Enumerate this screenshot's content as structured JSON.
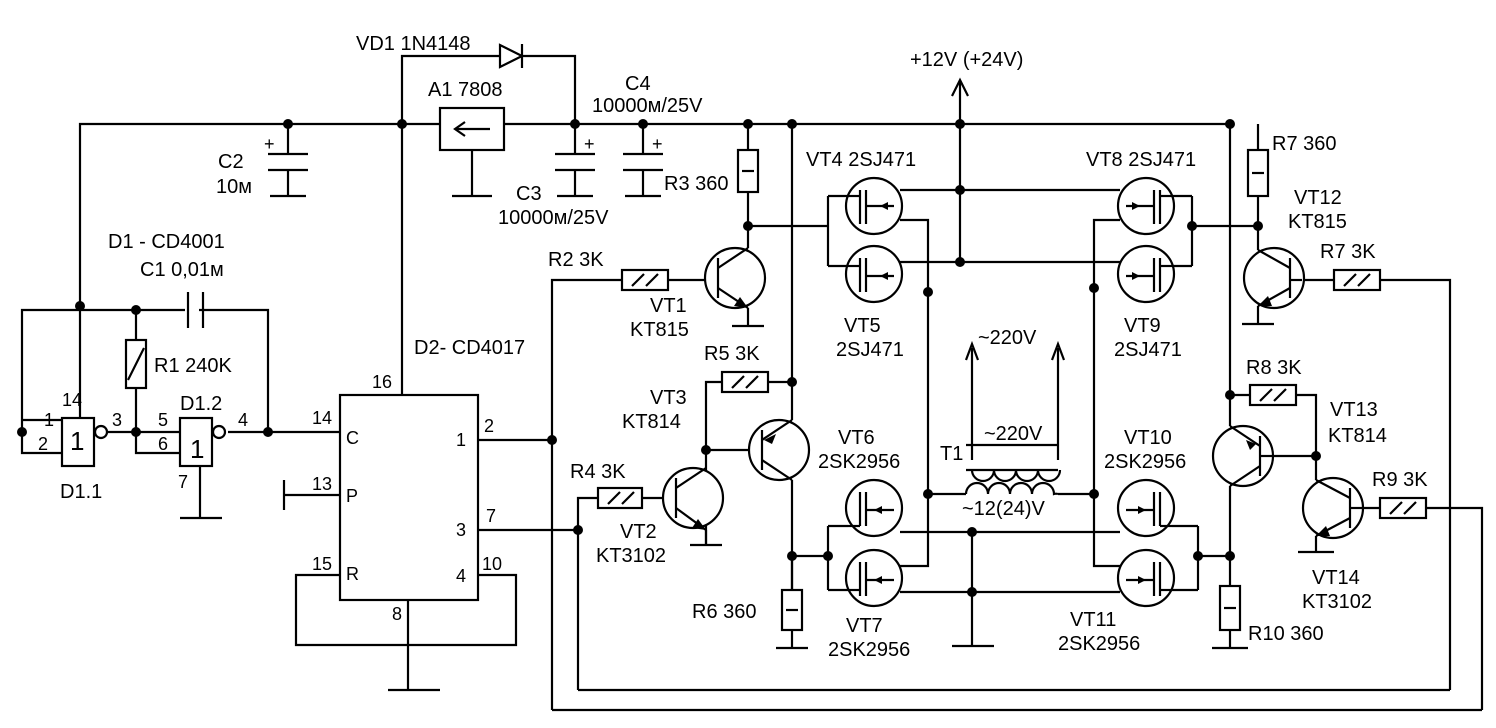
{
  "labels": {
    "vd1": "VD1 1N4148",
    "a1": "A1 7808",
    "c4": "C4",
    "c4_value": "10000м/25V",
    "c3": "C3",
    "c3_value": "10000м/25V",
    "c2": "C2",
    "c2_value": "10м",
    "supply": "+12V (+24V)",
    "d1": "D1 - CD4001",
    "c1": "C1 0,01м",
    "r1": "R1 240K",
    "d1_1": "D1.1",
    "d1_2": "D1.2",
    "d2": "D2- CD4017",
    "r2": "R2 3K",
    "vt1": "VT1",
    "vt1_type": "KT815",
    "r3": "R3 360",
    "vt4": "VT4 2SJ471",
    "vt5": "VT5",
    "vt5_type": "2SJ471",
    "vt8": "VT8 2SJ471",
    "vt9": "VT9",
    "vt9_type": "2SJ471",
    "r7a": "R7 360",
    "vt12": "VT12",
    "vt12_type": "KT815",
    "r7b": "R7 3K",
    "r5": "R5 3K",
    "vt3": "VT3",
    "vt3_type": "KT814",
    "r4": "R4 3K",
    "vt2": "VT2",
    "vt2_type": "KT3102",
    "vt6": "VT6",
    "vt6_type": "2SK2956",
    "vt7": "VT7",
    "vt7_type": "2SK2956",
    "r6": "R6 360",
    "t1": "T1",
    "v220_out": "~220V",
    "v220_coil": "~220V",
    "v12": "~12(24)V",
    "vt10": "VT10",
    "vt10_type": "2SK2956",
    "vt11": "VT11",
    "vt11_type": "2SK2956",
    "r10": "R10 360",
    "r8": "R8 3K",
    "vt13": "VT13",
    "vt13_type": "KT814",
    "r9": "R9 3K",
    "vt14": "VT14",
    "vt14_type": "KT3102"
  },
  "ic": {
    "gate_symbol": "1",
    "d2_pins": [
      "16",
      "14",
      "13",
      "15",
      "8",
      "2",
      "1",
      "7",
      "3",
      "10",
      "4"
    ],
    "d2_inputs": [
      "C",
      "P",
      "R"
    ],
    "gate_pins": [
      "14",
      "1",
      "2",
      "3",
      "5",
      "6",
      "4",
      "7"
    ]
  },
  "polarity": "+"
}
